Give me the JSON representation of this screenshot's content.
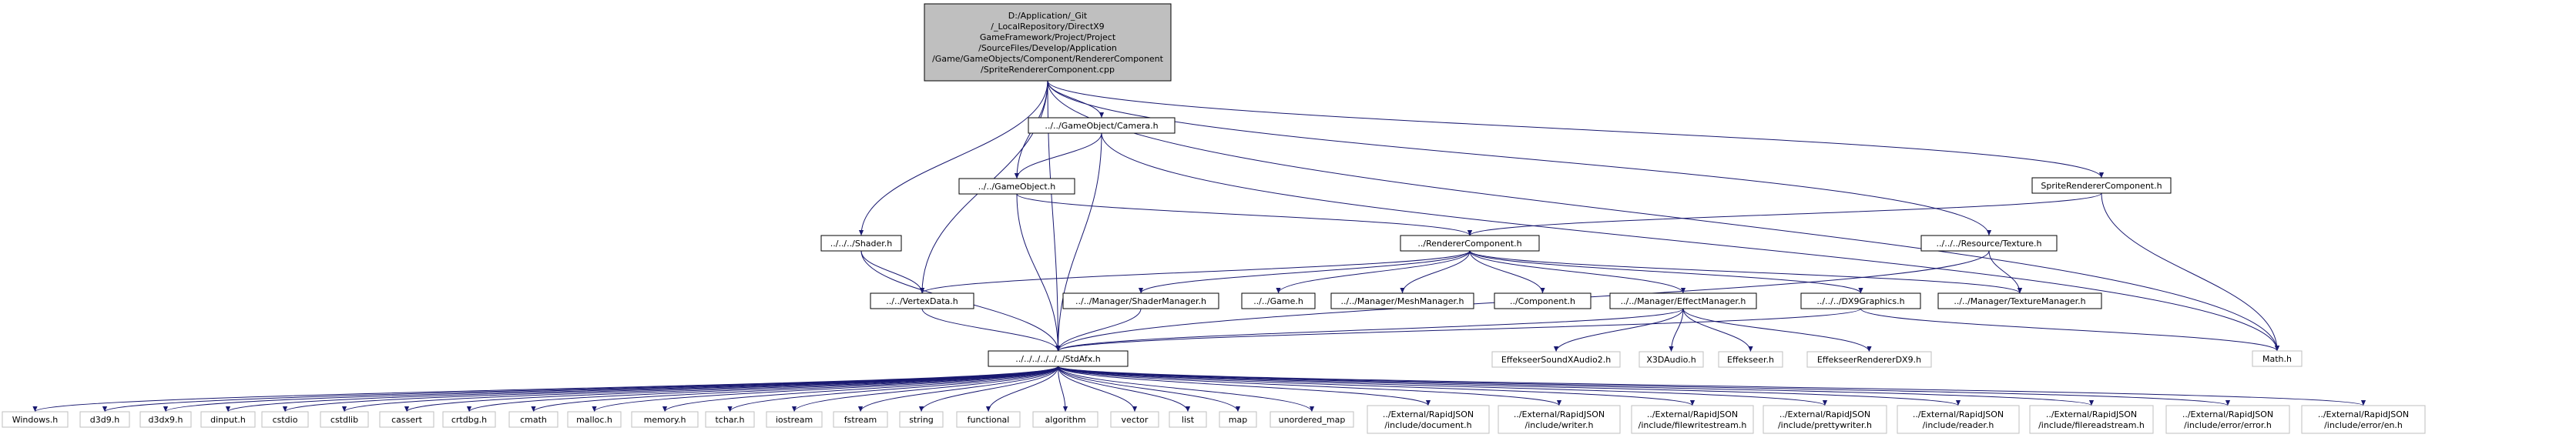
{
  "graph": {
    "root": {
      "lines": [
        "D:/Application/_Git",
        "/_LocalRepository/DirectX9",
        "GameFramework/Project/Project",
        "/SourceFiles/Develop/Application",
        "/Game/GameObjects/Component/RendererComponent",
        "/SpriteRendererComponent.cpp"
      ]
    },
    "nodes": {
      "camera": "../../GameObject/Camera.h",
      "sprite_h": "SpriteRendererComponent.h",
      "gameobject": "../../GameObject.h",
      "renderer": "../RendererComponent.h",
      "texture": "../../../Resource/Texture.h",
      "shader": "../../../Shader.h",
      "vertexdata": "../../VertexData.h",
      "shadermgr": "../../Manager/ShaderManager.h",
      "game": "../../Game.h",
      "meshmgr": "../../Manager/MeshManager.h",
      "component": "../Component.h",
      "effectmgr": "../../Manager/EffectManager.h",
      "dx9graphics": "../../../DX9Graphics.h",
      "texturemgr": "../../Manager/TextureManager.h",
      "stdafx": "../../../../../../StdAfx.h",
      "mathh": "Math.h",
      "soundx": "EffekseerSoundXAudio2.h",
      "x3daudio": "X3DAudio.h",
      "effekseer": "Effekseer.h",
      "effrenderer": "EffekseerRendererDX9.h",
      "windows": "Windows.h",
      "d3d9": "d3d9.h",
      "d3dx9": "d3dx9.h",
      "dinput": "dinput.h",
      "cstdio": "cstdio",
      "cstdlib": "cstdlib",
      "cassert": "cassert",
      "crtdbg": "crtdbg.h",
      "cmath": "cmath",
      "malloc": "malloc.h",
      "memory": "memory.h",
      "tchar": "tchar.h",
      "iostream": "iostream",
      "fstream": "fstream",
      "string": "string",
      "functional": "functional",
      "algorithm": "algorithm",
      "vector": "vector",
      "list": "list",
      "map": "map",
      "unordered_map": "unordered_map",
      "rj_document": [
        "../External/RapidJSON",
        "/include/document.h"
      ],
      "rj_writer": [
        "../External/RapidJSON",
        "/include/writer.h"
      ],
      "rj_filewrite": [
        "../External/RapidJSON",
        "/include/filewritestream.h"
      ],
      "rj_pretty": [
        "../External/RapidJSON",
        "/include/prettywriter.h"
      ],
      "rj_reader": [
        "../External/RapidJSON",
        "/include/reader.h"
      ],
      "rj_fileread": [
        "../External/RapidJSON",
        "/include/filereadstream.h"
      ],
      "rj_error": [
        "../External/RapidJSON",
        "/include/error/error.h"
      ],
      "rj_en": [
        "../External/RapidJSON",
        "/include/error/en.h"
      ]
    },
    "colors": {
      "edge": "#191970",
      "node_border": "#000000",
      "root_fill": "#bfbfbf",
      "node_border_external": "#bfbfbf"
    }
  }
}
